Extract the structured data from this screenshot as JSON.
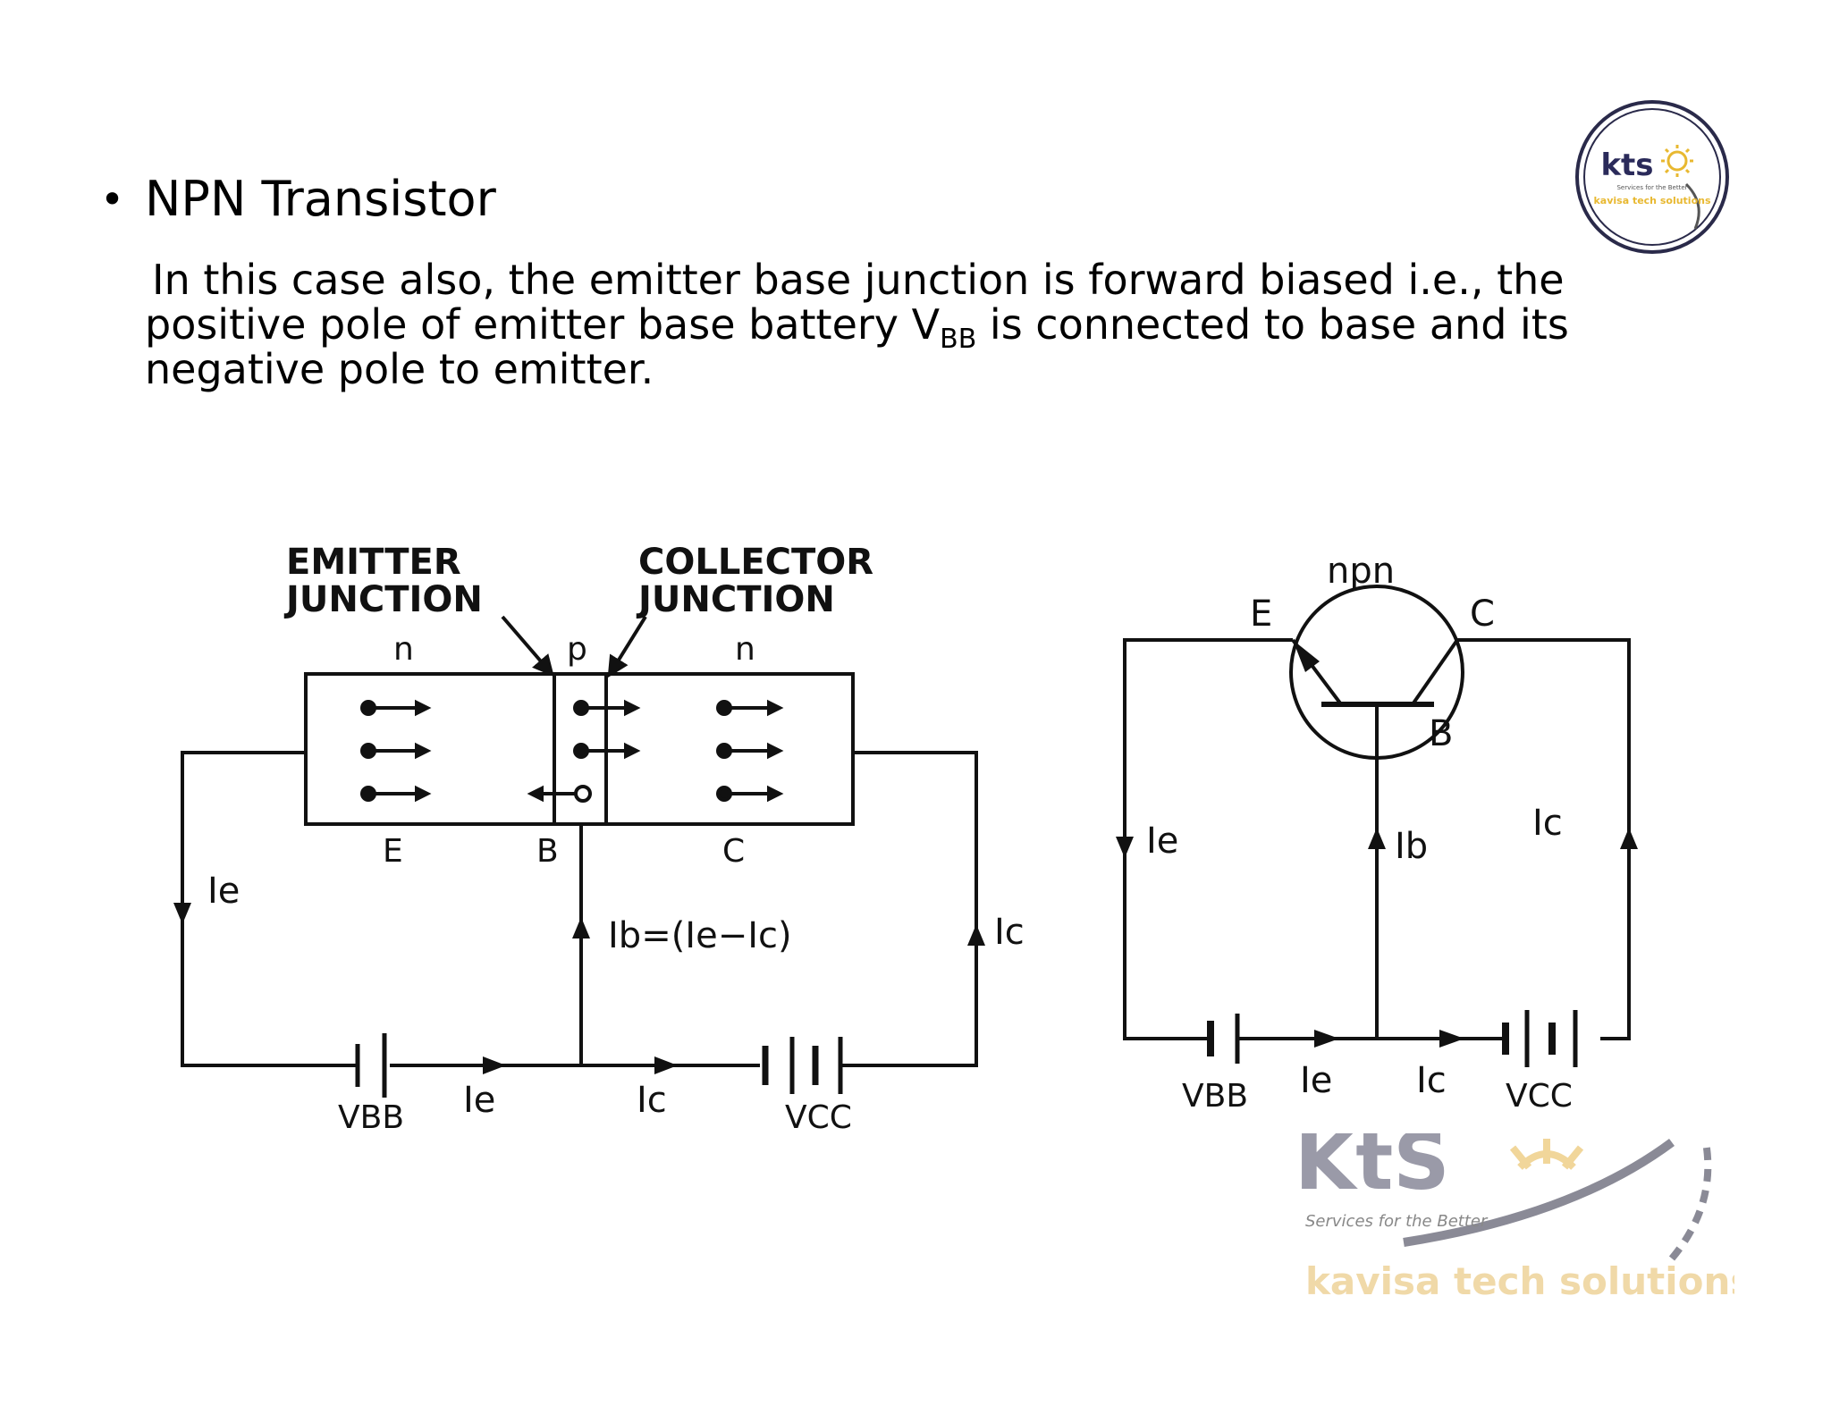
{
  "slide": {
    "bullet": "•",
    "title": "NPN Transistor",
    "para": {
      "line1": "In this case also, the emitter base junction is forward biased i.e., the",
      "line2_pre": "positive pole of emitter base battery V",
      "line2_sub": "BB",
      "line2_post": " is connected to base and its",
      "line3": "negative pole to emitter."
    }
  },
  "logo": {
    "text": "kts",
    "tagline": "Services for the Better",
    "company": "kavisa tech solutions"
  },
  "watermark": {
    "text": "KtS",
    "tagline": "Services for the Better",
    "company": "kavisa tech solutions"
  },
  "left_diagram": {
    "emitter_junction_l1": "EMITTER",
    "emitter_junction_l2": "JUNCTION",
    "collector_junction_l1": "COLLECTOR",
    "collector_junction_l2": "JUNCTION",
    "region_n1": "n",
    "region_p": "p",
    "region_n2": "n",
    "term_e": "E",
    "term_b": "B",
    "term_c": "C",
    "ie": "Ie",
    "ib_eq": "Ib=(Ie−Ic)",
    "ic_right": "Ic",
    "vbb": "VBB",
    "ie_bottom": "Ie",
    "ic_bottom": "Ic",
    "vcc": "VCC"
  },
  "right_diagram": {
    "type_label": "npn",
    "e": "E",
    "c": "C",
    "b": "B",
    "ie": "Ie",
    "ib": "Ib",
    "ic": "Ic",
    "vbb": "VBB",
    "ie_bottom": "Ie",
    "ic_bottom": "Ic",
    "vcc": "VCC"
  }
}
